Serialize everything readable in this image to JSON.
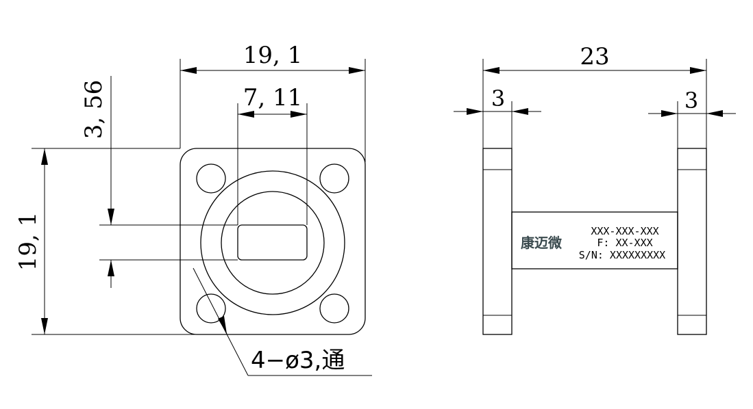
{
  "front_view": {
    "width_dim": "19, 1",
    "aperture_width_dim": "7, 11",
    "aperture_height_dim": "3, 56",
    "height_dim": "19, 1",
    "hole_note": "4−ø3,通"
  },
  "side_view": {
    "length_dim": "23",
    "left_flange_dim": "3",
    "right_flange_dim": "3",
    "brand": "康迈微",
    "part_number": "XXX-XXX-XXX",
    "frequency_line": "F: XX-XXX",
    "serial_line": "S/N: XXXXXXXXX"
  }
}
